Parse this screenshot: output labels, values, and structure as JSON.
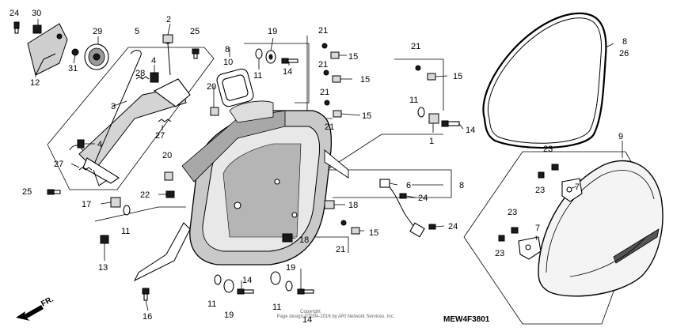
{
  "diagram": {
    "code": "MEW4F3801",
    "copyright_line1": "Copyright",
    "copyright_line2": "Page design ©2004-2016 by ARI Network Services, Inc.",
    "direction": "FR.",
    "callouts": {
      "c24a": "24",
      "c30": "30",
      "c29": "29",
      "c12": "12",
      "c31": "31",
      "c5": "5",
      "c2": "2",
      "c25a": "25",
      "c4a": "4",
      "c28": "28",
      "c3": "3",
      "c4b": "4",
      "c27a": "27",
      "c27b": "27",
      "c25b": "25",
      "c8a": "8",
      "c10": "10",
      "c19a": "19",
      "c11a": "11",
      "c14a": "14",
      "c20a": "20",
      "c21a": "21",
      "c15a": "15",
      "c21b": "21",
      "c15b": "15",
      "c21c": "21",
      "c21d": "21",
      "c15c": "15",
      "c21e": "21",
      "c15d": "15",
      "c11b": "11",
      "c1": "1",
      "c14b": "14",
      "c8b": "8",
      "c26": "26",
      "c9": "9",
      "c23a": "23",
      "c23b": "23",
      "c7a": "7",
      "c20b": "20",
      "c22": "22",
      "c6": "6",
      "c8c": "8",
      "c24b": "24",
      "c17": "17",
      "c11c": "11",
      "c18a": "18",
      "c24c": "24",
      "c15e": "15",
      "c18b": "18",
      "c21f": "21",
      "c23c": "23",
      "c7b": "7",
      "c23d": "23",
      "c13": "13",
      "c19b": "19",
      "c14c": "14",
      "c11d": "11",
      "c19c": "19",
      "c11e": "11",
      "c16": "16",
      "c14d": "14"
    }
  }
}
